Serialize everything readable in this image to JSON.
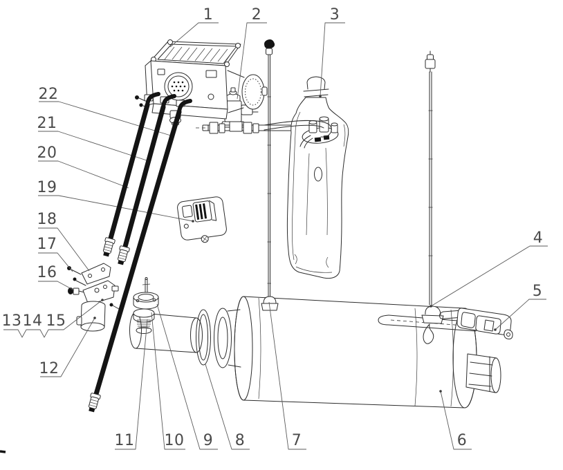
{
  "figure": {
    "type": "exploded-parts-diagram",
    "background": "#ffffff",
    "line_color": "#2b2b2b",
    "label_color": "#4a4a4a",
    "hose_color": "#141414",
    "parts_count": "22"
  },
  "callouts": [
    {
      "label": "1"
    },
    {
      "label": "2"
    },
    {
      "label": "3"
    },
    {
      "label": "4"
    },
    {
      "label": "5"
    },
    {
      "label": "6"
    },
    {
      "label": "7"
    },
    {
      "label": "8"
    },
    {
      "label": "9"
    },
    {
      "label": "10"
    },
    {
      "label": "11"
    },
    {
      "label": "12"
    },
    {
      "label": "13"
    },
    {
      "label": "14"
    },
    {
      "label": "15"
    },
    {
      "label": "16"
    },
    {
      "label": "17"
    },
    {
      "label": "18"
    },
    {
      "label": "19"
    },
    {
      "label": "20"
    },
    {
      "label": "21"
    },
    {
      "label": "22"
    }
  ]
}
